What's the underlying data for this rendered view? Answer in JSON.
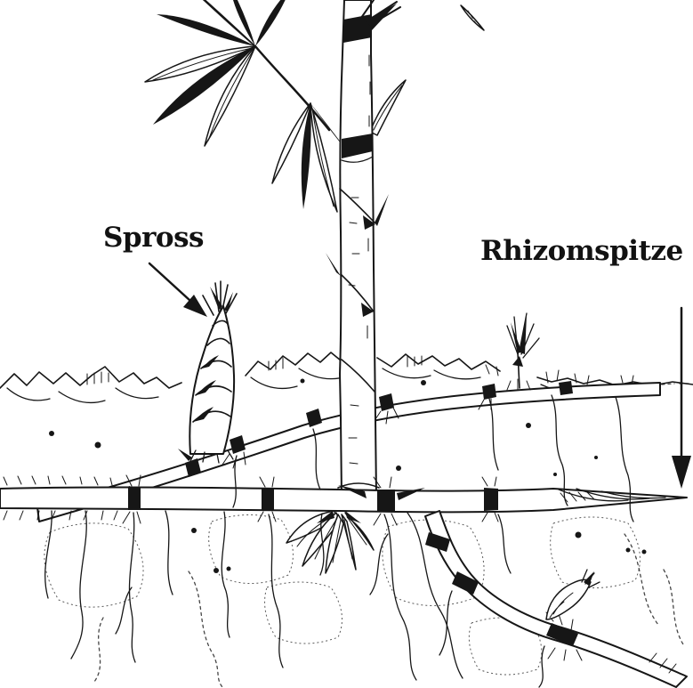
{
  "illustration": {
    "background_color": "#ffffff",
    "ink_color": "#161616",
    "labels": [
      {
        "id": "spross",
        "text": "Spross",
        "arrow_direction": "down-right",
        "points_to": "young-shoot"
      },
      {
        "id": "rhizomspitze",
        "text": "Rhizomspitze",
        "arrow_direction": "down",
        "points_to": "rhizome-tip"
      }
    ]
  }
}
